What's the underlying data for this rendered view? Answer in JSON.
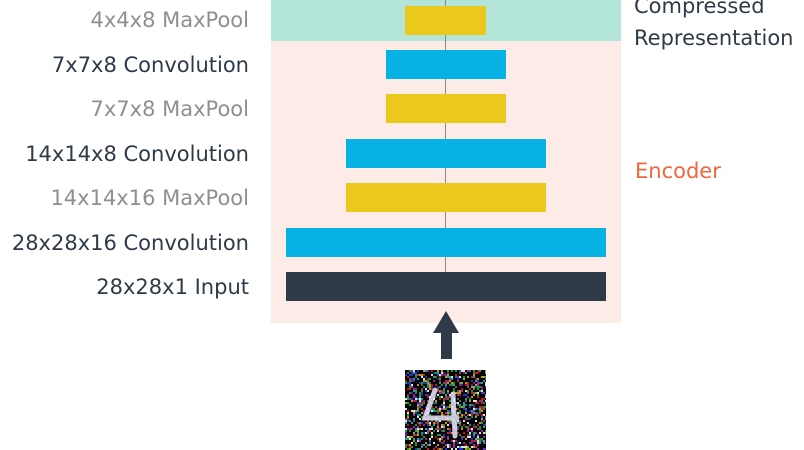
{
  "colors": {
    "convolution": "#06b2e3",
    "maxpool": "#eac81c",
    "input": "#2f3a48",
    "compressed_panel": "#b4e5da",
    "encoder_panel": "#fdebe7",
    "encoder_text": "#f3653c",
    "dark_text": "#2f3a48",
    "muted_text": "#8f8f8f"
  },
  "layers": [
    {
      "label": "4x4x8 MaxPool",
      "type": "maxpool"
    },
    {
      "label": "7x7x8 Convolution",
      "type": "convolution"
    },
    {
      "label": "7x7x8 MaxPool",
      "type": "maxpool"
    },
    {
      "label": "14x14x8 Convolution",
      "type": "convolution"
    },
    {
      "label": "14x14x16 MaxPool",
      "type": "maxpool"
    },
    {
      "label": "28x28x16 Convolution",
      "type": "convolution"
    },
    {
      "label": "28x28x1 Input",
      "type": "input"
    }
  ],
  "side_labels": {
    "compressed_line1": "Compressed",
    "compressed_line2": "Representation",
    "encoder": "Encoder"
  },
  "input_image": {
    "digit": "4",
    "icon": "noisy-digit-image"
  }
}
